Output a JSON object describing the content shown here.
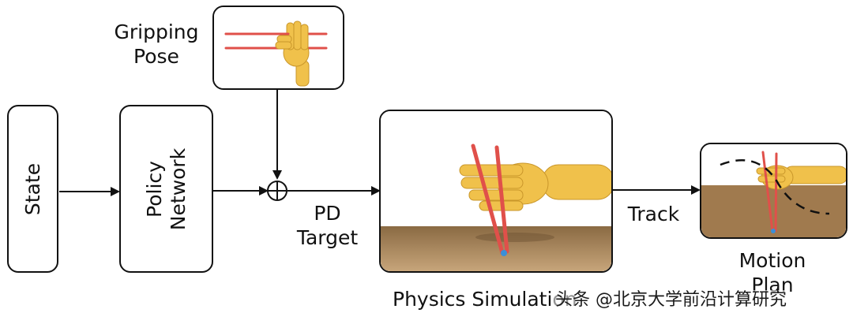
{
  "blocks": {
    "state": "State",
    "policy_line1": "Policy",
    "policy_line2": "Network"
  },
  "labels": {
    "gripping_line1": "Gripping",
    "gripping_line2": "Pose",
    "pd_line1": "PD",
    "pd_line2": "Target",
    "track": "Track",
    "physics": "Physics Simulation",
    "motion_line1": "Motion",
    "motion_line2": "Plan"
  },
  "watermark": {
    "text": "头条 @北京大学前沿计算研究"
  },
  "colors": {
    "hand": "#f0c14b",
    "chopstick": "#e0504a",
    "table": "#a07a4e",
    "ball": "#3a8fd8"
  }
}
